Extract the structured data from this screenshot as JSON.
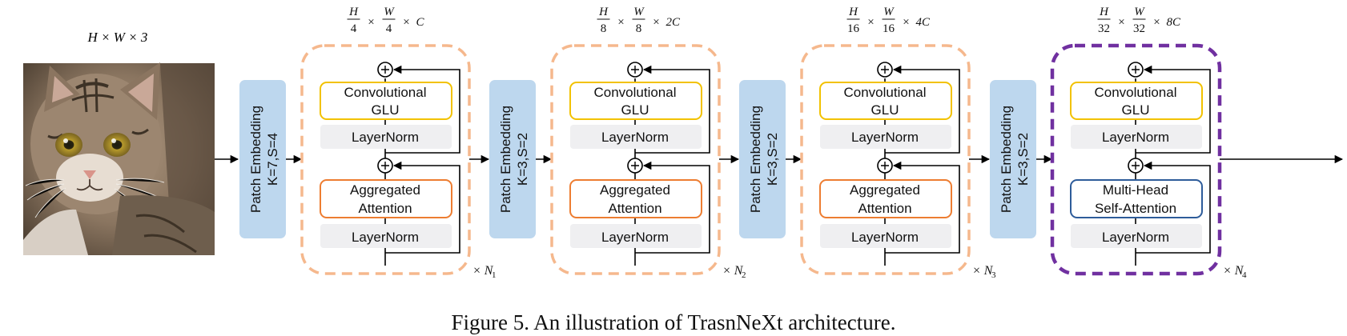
{
  "input": {
    "dims_label": "H × W × 3",
    "image_subject": "tabby cat photo"
  },
  "patch_embeddings": [
    {
      "title": "Patch Embedding",
      "params": "K=7,S=4"
    },
    {
      "title": "Patch Embedding",
      "params": "K=3,S=2"
    },
    {
      "title": "Patch Embedding",
      "params": "K=3,S=2"
    },
    {
      "title": "Patch Embedding",
      "params": "K=3,S=2"
    }
  ],
  "stages": [
    {
      "h_div": "4",
      "w_div": "4",
      "channels": "C",
      "glu_line1": "Convolutional",
      "glu_line2": "GLU",
      "norm_top": "LayerNorm",
      "attn_line1": "Aggregated",
      "attn_line2": "Attention",
      "norm_bottom": "LayerNorm",
      "repeat": "× N",
      "repeat_sub": "1",
      "border_color": "#f5b88d",
      "attn_color": "#ed7d31"
    },
    {
      "h_div": "8",
      "w_div": "8",
      "channels": "2C",
      "glu_line1": "Convolutional",
      "glu_line2": "GLU",
      "norm_top": "LayerNorm",
      "attn_line1": "Aggregated",
      "attn_line2": "Attention",
      "norm_bottom": "LayerNorm",
      "repeat": "× N",
      "repeat_sub": "2",
      "border_color": "#f5b88d",
      "attn_color": "#ed7d31"
    },
    {
      "h_div": "16",
      "w_div": "16",
      "channels": "4C",
      "glu_line1": "Convolutional",
      "glu_line2": "GLU",
      "norm_top": "LayerNorm",
      "attn_line1": "Aggregated",
      "attn_line2": "Attention",
      "norm_bottom": "LayerNorm",
      "repeat": "× N",
      "repeat_sub": "3",
      "border_color": "#f5b88d",
      "attn_color": "#ed7d31"
    },
    {
      "h_div": "32",
      "w_div": "32",
      "channels": "8C",
      "glu_line1": "Convolutional",
      "glu_line2": "GLU",
      "norm_top": "LayerNorm",
      "attn_line1": "Multi-Head",
      "attn_line2": "Self-Attention",
      "norm_bottom": "LayerNorm",
      "repeat": "× N",
      "repeat_sub": "4",
      "border_color": "#7030a0",
      "attn_color": "#2e5c9a"
    }
  ],
  "dims_symbols": {
    "h": "H",
    "w": "W",
    "times": "×"
  },
  "caption": "Figure 5. An illustration of TrasnNeXt architecture.",
  "colors": {
    "patch_embed_fill": "#bdd7ee",
    "glu_border": "#f2c200",
    "layernorm_fill": "#efeff1",
    "arrow": "#000000"
  }
}
